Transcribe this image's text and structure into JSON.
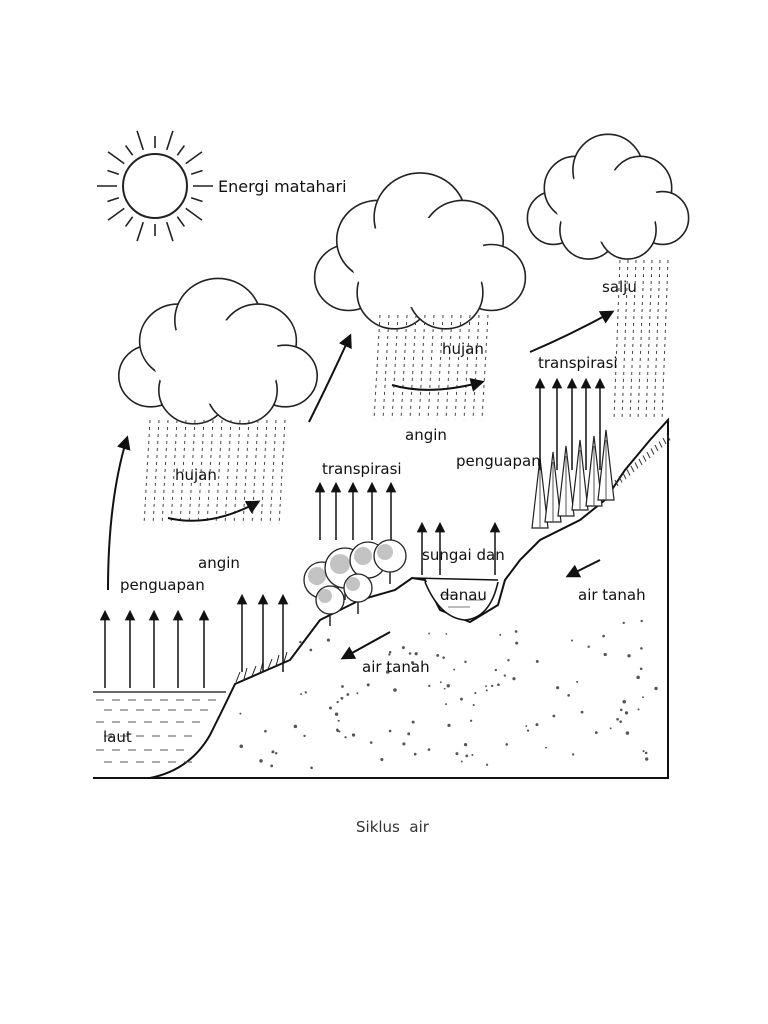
{
  "diagram": {
    "sun_label": "Energi matahari",
    "labels": {
      "laut": "laut",
      "penguapan_left": "penguapan",
      "angin_left": "angin",
      "hujan_left": "hujan",
      "transpirasi_middle": "transpirasi",
      "hujan_middle": "hujan",
      "angin_middle": "angin",
      "penguapan_middle": "penguapan",
      "sungai_dan": "sungai dan",
      "danau": "danau",
      "air_tanah_middle": "air tanah",
      "transpirasi_right": "transpirasi",
      "salju": "salju",
      "air_tanah_right": "air tanah"
    },
    "caption": "Siklus  air"
  },
  "colors": {
    "ink": "#111111",
    "background": "#ffffff",
    "frame": "#222222"
  },
  "icons": {
    "sun": "sun-icon",
    "cloud": "cloud-icon",
    "tree": "tree-icon",
    "arrow": "arrow-icon"
  }
}
